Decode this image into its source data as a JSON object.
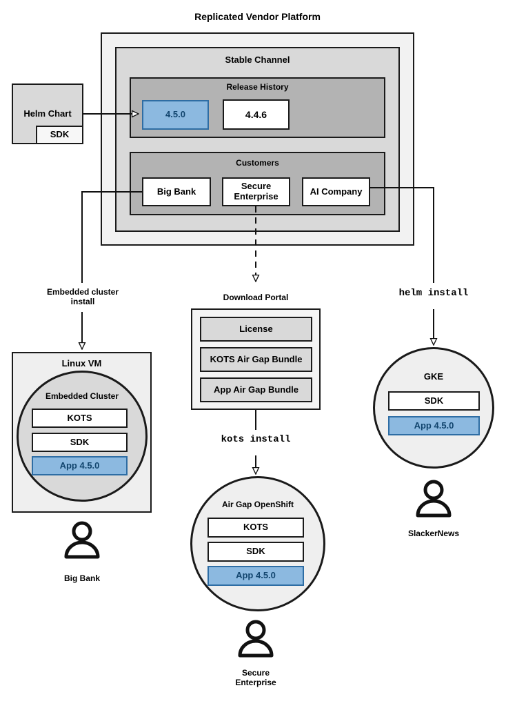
{
  "diagram": {
    "title": "Replicated Vendor Platform",
    "platform": {
      "channel_title": "Stable Channel",
      "release_history": {
        "title": "Release History",
        "releases": [
          {
            "version": "4.5.0",
            "state": "selected"
          },
          {
            "version": "4.4.6",
            "state": "default"
          }
        ]
      },
      "customers": {
        "title": "Customers",
        "items": [
          "Big Bank",
          "Secure\nEnterprise",
          "AI Company"
        ]
      }
    },
    "source": {
      "helm_chart_label": "Helm Chart",
      "sdk_label": "SDK"
    },
    "flows": [
      {
        "label": "Embedded cluster\ninstall",
        "style": "sans"
      },
      {
        "label": "kots install",
        "style": "mono"
      },
      {
        "label": "helm install",
        "style": "mono"
      }
    ],
    "targets": {
      "linux_vm": {
        "title": "Linux VM",
        "cluster_title": "Embedded Cluster",
        "components": [
          {
            "label": "KOTS",
            "state": "default"
          },
          {
            "label": "SDK",
            "state": "default"
          },
          {
            "label": "App 4.5.0",
            "state": "selected"
          }
        ],
        "user": "Big Bank"
      },
      "download_portal": {
        "title": "Download Portal",
        "items": [
          "License",
          "KOTS Air Gap Bundle",
          "App Air Gap Bundle"
        ]
      },
      "airgap_openshift": {
        "title": "Air Gap OpenShift",
        "components": [
          {
            "label": "KOTS",
            "state": "default"
          },
          {
            "label": "SDK",
            "state": "default"
          },
          {
            "label": "App 4.5.0",
            "state": "selected"
          }
        ],
        "user": "Secure\nEnterprise"
      },
      "gke": {
        "title": "GKE",
        "components": [
          {
            "label": "SDK",
            "state": "default"
          },
          {
            "label": "App 4.5.0",
            "state": "selected"
          }
        ],
        "user": "SlackerNews"
      }
    },
    "colors": {
      "accent_blue_fill": "#8cb9e0",
      "accent_blue_border": "#2e6da4",
      "accent_blue_text": "#12456e",
      "stroke": "#1a1a1a",
      "panel_outer": "#f2f2f2",
      "panel_mid": "#d9d9d9",
      "panel_inner": "#b3b3b3",
      "surface_light": "#efefef"
    }
  }
}
